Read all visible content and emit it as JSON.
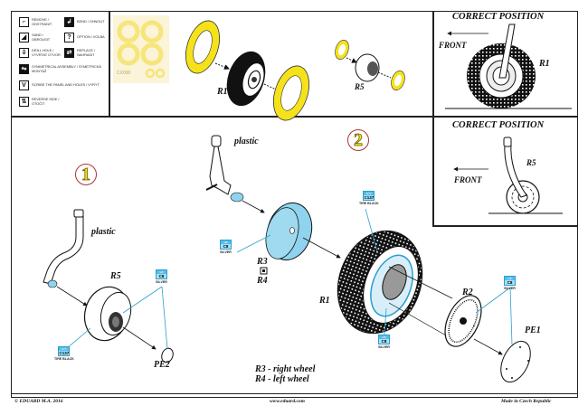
{
  "legend": {
    "items": [
      {
        "icon": "remove-icon",
        "glyph": "⌐",
        "label": "Remove / Odstranit"
      },
      {
        "icon": "bend-icon",
        "glyph": "↲",
        "label": "Bend / Ohnout"
      },
      {
        "icon": "sand-icon",
        "glyph": "◢",
        "label": "Sand / Obrousit"
      },
      {
        "icon": "option-icon",
        "glyph": "?",
        "label": "Option / Volba"
      },
      {
        "icon": "drill-icon",
        "glyph": "⇩",
        "label": "Drill hole / Vyvrtat otvor"
      },
      {
        "icon": "replace-icon",
        "glyph": "⇄",
        "label": "Replace / Nahradit"
      },
      {
        "icon": "symmetrical-icon",
        "glyph": "⇋",
        "label": "Symmetrical assembly / Symetrická montáž"
      },
      {
        "icon": "scribe-icon",
        "glyph": "V",
        "label": "Scribe the panel and holes / Vyryt"
      },
      {
        "icon": "reverse-icon",
        "glyph": "⇅",
        "label": "Reverse side / Otočit"
      }
    ]
  },
  "mask_sheet": {
    "code": "CX000"
  },
  "top_diagram": {
    "r1_label": "R1",
    "r5_label": "R5"
  },
  "correct_position_1": {
    "title": "CORRECT POSITION",
    "front": "FRONT",
    "part": "R1"
  },
  "correct_position_2": {
    "title": "CORRECT POSITION",
    "front": "FRONT",
    "part": "R5"
  },
  "step1": {
    "number": "1",
    "plastic_label": "plastic",
    "part_r5": "R5",
    "part_pe2": "PE2",
    "paint_silver": {
      "header": "H8",
      "code": "C8",
      "name": "SILVER"
    },
    "paint_tire": {
      "header": "H77",
      "code": "C137",
      "name": "TIRE BLACK"
    }
  },
  "step2": {
    "number": "2",
    "plastic_label": "plastic",
    "part_r3": "R3",
    "part_r4": "R4",
    "part_r1": "R1",
    "part_r2": "R2",
    "part_pe1": "PE1",
    "paint_hub": {
      "header": "H8",
      "code": "C8",
      "name": "SILVER"
    },
    "paint_tire": {
      "header": "H77",
      "code": "C137",
      "name": "TIRE BLACK"
    },
    "paint_rim": {
      "header": "H8",
      "code": "C8",
      "name": "SILVER"
    },
    "paint_pe1": {
      "header": "H8",
      "code": "C8",
      "name": "SILVER"
    }
  },
  "notes": {
    "line1": "R3 - right wheel",
    "line2": "R4 - left wheel"
  },
  "footer": {
    "copyright": "© EDUARD M.A. 2016",
    "website": "www.eduard.com",
    "origin": "Made in Czech Republic"
  },
  "colors": {
    "mask_yellow": "#f5e21a",
    "paint_blue": "#55bde8",
    "resin_blue": "#8fd3ef",
    "step_circle": "#a33333"
  }
}
